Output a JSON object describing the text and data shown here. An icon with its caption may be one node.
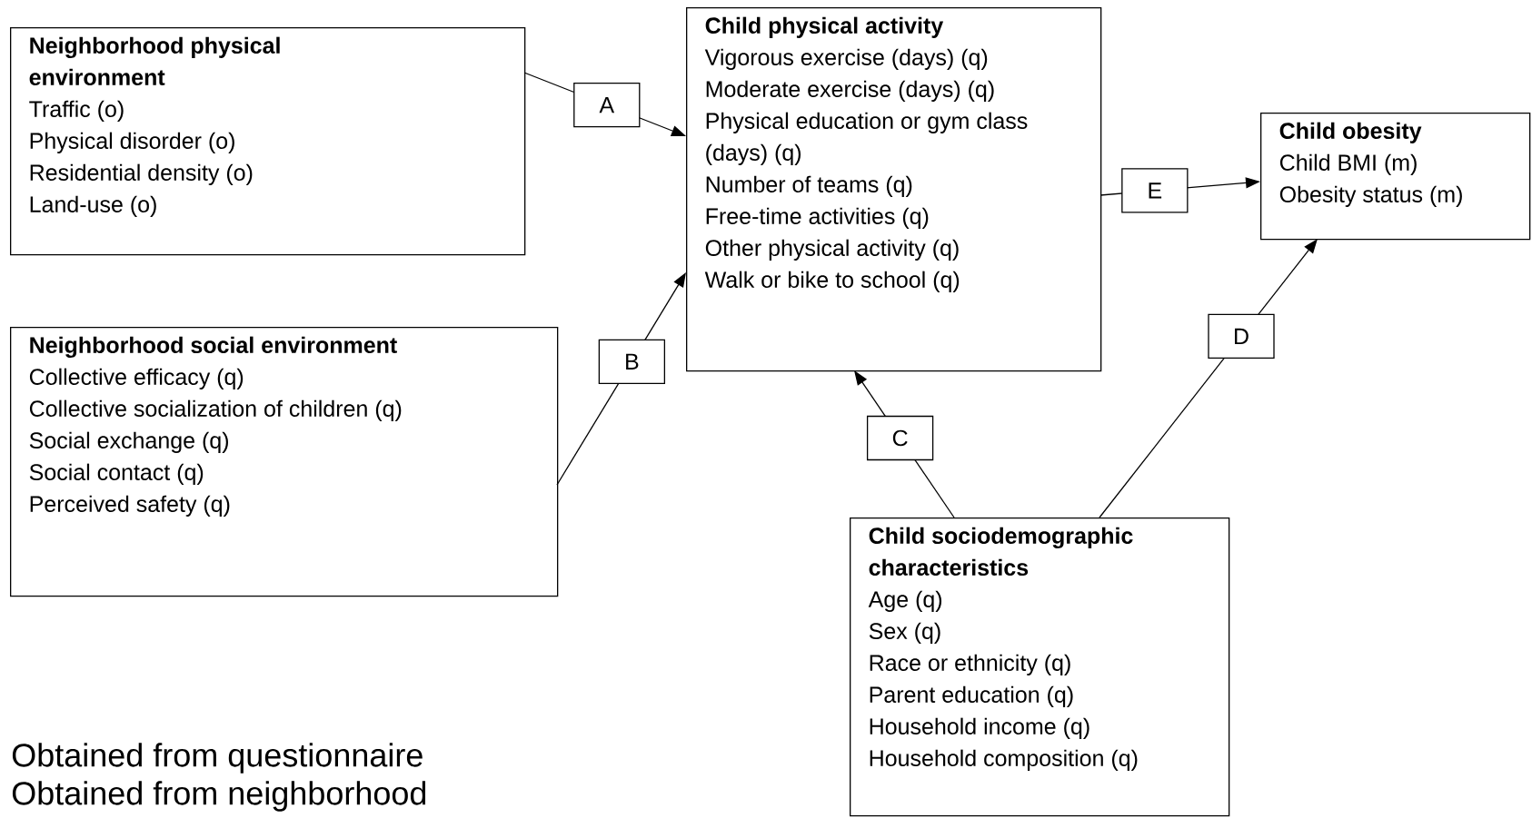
{
  "diagram": {
    "nodes": [
      {
        "text": [
          "**Neighborhood physical environment**",
          "Traffic (o)",
          "Physical disorder (o)",
          "Residential density (o)",
          "Land-use (o)"
        ]
      },
      {
        "text": [
          "**Neighborhood social environment**",
          "Collective efficacy (q)",
          "Collective socialization of children (q)",
          "Social exchange (q)",
          "Social contact (q)",
          "Perceived safety (q)"
        ]
      },
      {
        "text": [
          "**Child physical activity**",
          "Vigorous exercise (days) (q)",
          "Moderate exercise (days) (q)",
          "Physical education or gym class (days) (q)",
          "Number of teams (q)",
          "Free-time activities (q)",
          "Other physical activity (q)",
          "Walk or bike to school (q)"
        ]
      },
      {
        "text": [
          "**Child obesity**",
          "Child BMI (m)",
          "Obesity status (m)"
        ]
      },
      {
        "text": [
          "**Child sociodemographic characteristics**",
          "Age (q)",
          "Sex (q)",
          "Race or ethnicity (q)",
          "Parent education (q)",
          "Household income (q)",
          "Household composition (q)"
        ]
      }
    ],
    "edges": [
      {
        "from": 0,
        "to": 2,
        "arrow": "to",
        "label": "A"
      },
      {
        "from": 1,
        "to": 2,
        "arrow": "to",
        "label": "B"
      },
      {
        "from": 4,
        "to": 2,
        "arrow": "to",
        "label": "C"
      },
      {
        "from": 4,
        "to": 3,
        "arrow": "to",
        "label": "D"
      },
      {
        "from": 2,
        "to": 3,
        "arrow": "to",
        "label": "E"
      }
    ],
    "labels": [
      "Obtained from questionnaire",
      "Obtained from neighborhood"
    ]
  }
}
